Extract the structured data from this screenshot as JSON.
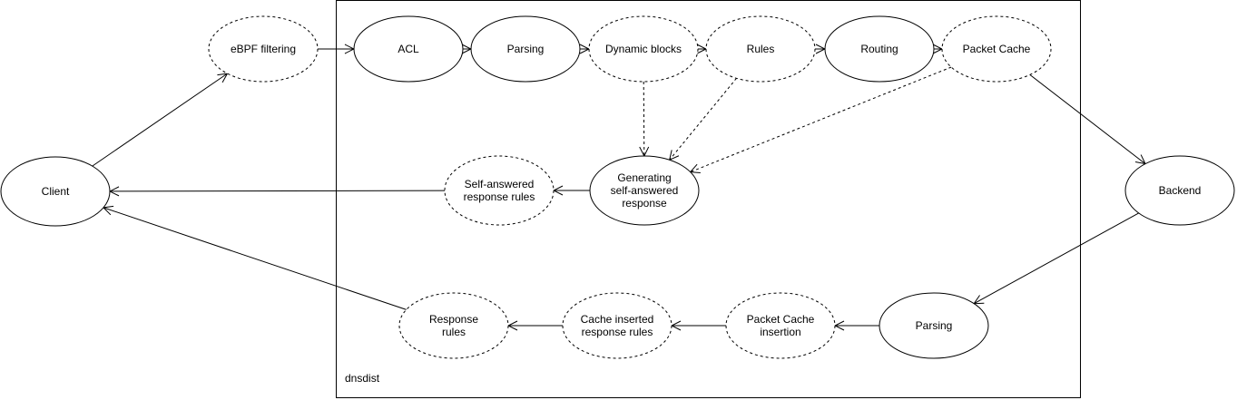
{
  "container": {
    "label": "dnsdist"
  },
  "nodes": {
    "client": {
      "lines": [
        "Client"
      ],
      "style": "solid"
    },
    "ebpf": {
      "lines": [
        "eBPF filtering"
      ],
      "style": "dashed"
    },
    "acl": {
      "lines": [
        "ACL"
      ],
      "style": "solid"
    },
    "parsing_q": {
      "lines": [
        "Parsing"
      ],
      "style": "solid"
    },
    "dynblocks": {
      "lines": [
        "Dynamic blocks"
      ],
      "style": "dashed"
    },
    "rules": {
      "lines": [
        "Rules"
      ],
      "style": "dashed"
    },
    "routing": {
      "lines": [
        "Routing"
      ],
      "style": "solid"
    },
    "pcache": {
      "lines": [
        "Packet Cache"
      ],
      "style": "dashed"
    },
    "backend": {
      "lines": [
        "Backend"
      ],
      "style": "solid"
    },
    "gen_self": {
      "lines": [
        "Generating",
        "self-answered",
        "response"
      ],
      "style": "solid"
    },
    "self_rules": {
      "lines": [
        "Self-answered",
        "response rules"
      ],
      "style": "dashed"
    },
    "parsing_r": {
      "lines": [
        "Parsing"
      ],
      "style": "solid"
    },
    "pcache_ins": {
      "lines": [
        "Packet Cache",
        "insertion"
      ],
      "style": "dashed"
    },
    "cache_rules": {
      "lines": [
        "Cache inserted",
        "response rules"
      ],
      "style": "dashed"
    },
    "resp_rules": {
      "lines": [
        "Response",
        "rules"
      ],
      "style": "dashed"
    }
  },
  "edges": [
    {
      "from": "client",
      "to": "ebpf",
      "style": "solid"
    },
    {
      "from": "ebpf",
      "to": "acl",
      "style": "solid"
    },
    {
      "from": "acl",
      "to": "parsing_q",
      "style": "solid"
    },
    {
      "from": "parsing_q",
      "to": "dynblocks",
      "style": "solid"
    },
    {
      "from": "dynblocks",
      "to": "rules",
      "style": "solid"
    },
    {
      "from": "rules",
      "to": "routing",
      "style": "solid"
    },
    {
      "from": "routing",
      "to": "pcache",
      "style": "solid"
    },
    {
      "from": "pcache",
      "to": "backend",
      "style": "solid"
    },
    {
      "from": "dynblocks",
      "to": "gen_self",
      "style": "dashed"
    },
    {
      "from": "rules",
      "to": "gen_self",
      "style": "dashed"
    },
    {
      "from": "pcache",
      "to": "gen_self",
      "style": "dashed"
    },
    {
      "from": "gen_self",
      "to": "self_rules",
      "style": "solid"
    },
    {
      "from": "self_rules",
      "to": "client",
      "style": "solid"
    },
    {
      "from": "backend",
      "to": "parsing_r",
      "style": "solid"
    },
    {
      "from": "parsing_r",
      "to": "pcache_ins",
      "style": "solid"
    },
    {
      "from": "pcache_ins",
      "to": "cache_rules",
      "style": "solid"
    },
    {
      "from": "cache_rules",
      "to": "resp_rules",
      "style": "solid"
    },
    {
      "from": "resp_rules",
      "to": "client",
      "style": "solid"
    }
  ]
}
